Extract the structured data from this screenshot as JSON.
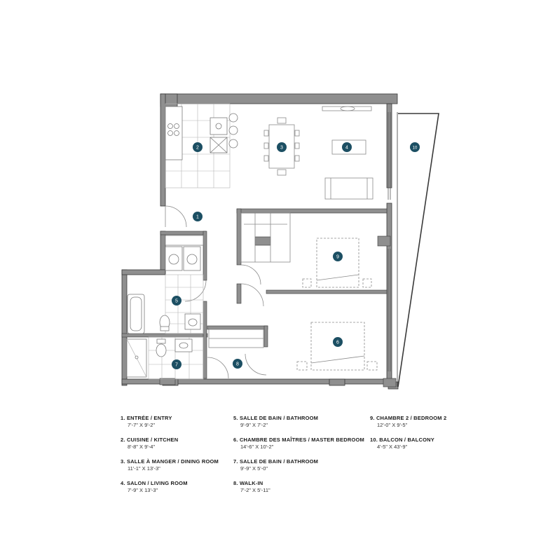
{
  "colors": {
    "wall_fill": "#8f8f8f",
    "wall_stroke": "#3a3a3a",
    "fixture_stroke": "#8a8a8a",
    "tile_stroke": "#b5b5b5",
    "marker_fill": "#1c4f63",
    "marker_text": "#ffffff"
  },
  "markers": [
    "1",
    "2",
    "3",
    "4",
    "5",
    "6",
    "7",
    "8",
    "9",
    "10"
  ],
  "legend": [
    {
      "title": "1. ENTRÉE / ENTRY",
      "dim": "7'-7\" X 9'-2\""
    },
    {
      "title": "2. CUISINE / KITCHEN",
      "dim": "8'-8\" X 9'-4\""
    },
    {
      "title": "3. SALLE À MANGER / DINING ROOM",
      "dim": "11'-1\" X 13'-3\""
    },
    {
      "title": "4. SALON / LIVING ROOM",
      "dim": "7'-9\" X 13'-3\""
    },
    {
      "title": "5. SALLE DE BAIN / BATHROOM",
      "dim": "9'-9\" X 7'-2\""
    },
    {
      "title": "6. CHAMBRE DES MAÎTRES / MASTER BEDROOM",
      "dim": "14'-6\" X 10'-2\""
    },
    {
      "title": "7. SALLE DE BAIN / BATHROOM",
      "dim": "9'-9\" X 5'-0\""
    },
    {
      "title": "8. WALK-IN",
      "dim": "7'-2\" X 5'-11\""
    },
    {
      "title": "9. CHAMBRE 2 / BEDROOM 2",
      "dim": "12'-0\" X 9'-5\""
    },
    {
      "title": "10. BALCON / BALCONY",
      "dim": "4'-5\" X 43'-9\""
    }
  ]
}
